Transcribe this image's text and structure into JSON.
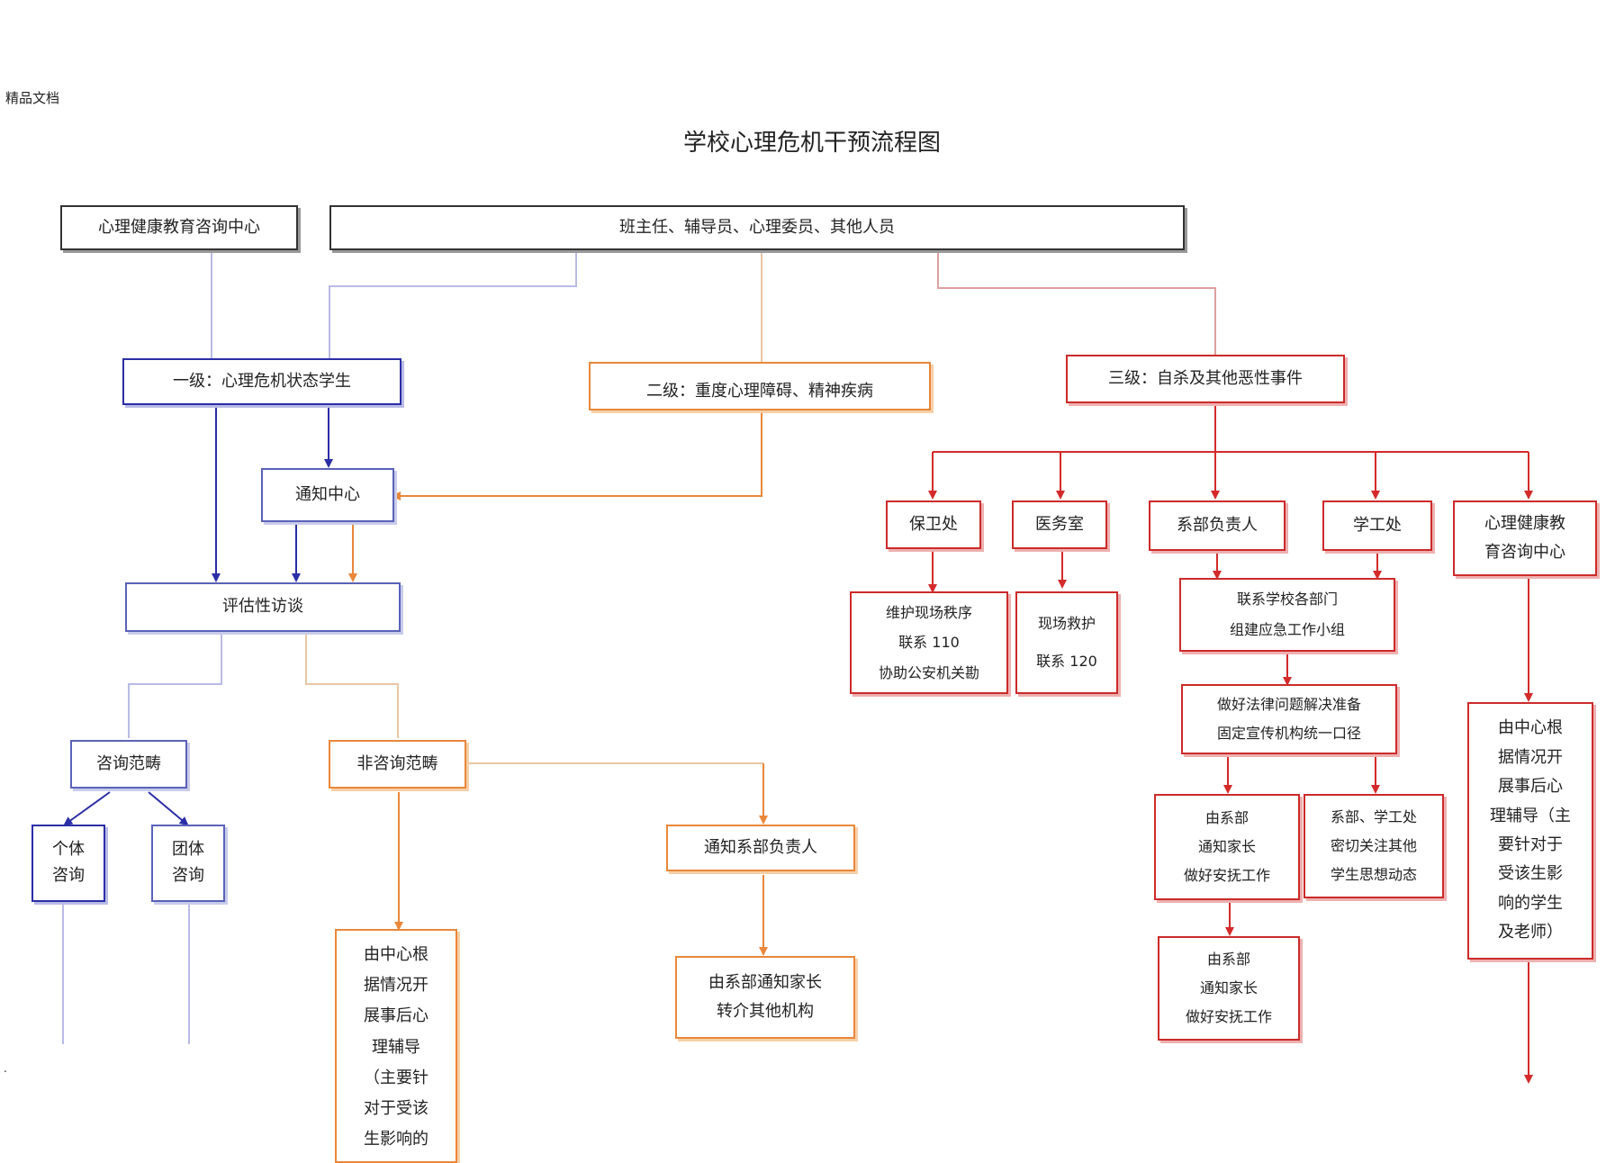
{
  "header": {
    "watermark": "精品文档",
    "title": "学校心理危机干预流程图",
    "dot": "."
  },
  "colors": {
    "blue": "#2b2ea6",
    "light_blue": "#b9bbe6",
    "orange": "#e9873a",
    "light_orange": "#e9c6a6",
    "red": "#d42a2a",
    "light_red": "#dda0a0"
  },
  "nodes": {
    "center_top": "心理健康教育咨询中心",
    "reporters": "班主任、辅导员、心理委员、其他人员",
    "level1": "一级：心理危机状态学生",
    "level2": "二级：重度心理障碍、精神疾病",
    "level3": "三级：自杀及其他恶性事件",
    "notify_center": "通知中心",
    "assessment": "评估性访谈",
    "consult_scope": "咨询范畴",
    "non_consult_scope": "非咨询范畴",
    "individual": [
      "个体",
      "咨询"
    ],
    "group": [
      "团体",
      "咨询"
    ],
    "followup_center": [
      "由中心根",
      "据情况开",
      "展事后心",
      "理辅导",
      "（主要针",
      "对于受该",
      "生影响的"
    ],
    "notify_dept_head": "通知系部负责人",
    "dept_notify_parents": [
      "由系部通知家长",
      "转介其他机构"
    ],
    "security": "保卫处",
    "clinic": "医务室",
    "dept_head": "系部负责人",
    "student_affairs": "学工处",
    "center_right": [
      "心理健康教",
      "育咨询中心"
    ],
    "security_tasks": [
      "维护现场秩序",
      "联系 110",
      "协助公安机关勘"
    ],
    "clinic_tasks": [
      "现场救护",
      "联系 120"
    ],
    "contact_depts": [
      "联系学校各部门",
      "组建应急工作小组"
    ],
    "legal_prep": [
      "做好法律问题解决准备",
      "固定宣传机构统一口径"
    ],
    "dept_parents_1": [
      "由系部",
      "通知家长",
      "做好安抚工作"
    ],
    "dept_watch": [
      "系部、学工处",
      "密切关注其他",
      "学生思想动态"
    ],
    "dept_parents_2": [
      "由系部",
      "通知家长",
      "做好安抚工作"
    ],
    "followup_right": [
      "由中心根",
      "据情况开",
      "展事后心",
      "理辅导（主",
      "要针对于",
      "受该生影",
      "响的学生",
      "及老师）"
    ]
  }
}
